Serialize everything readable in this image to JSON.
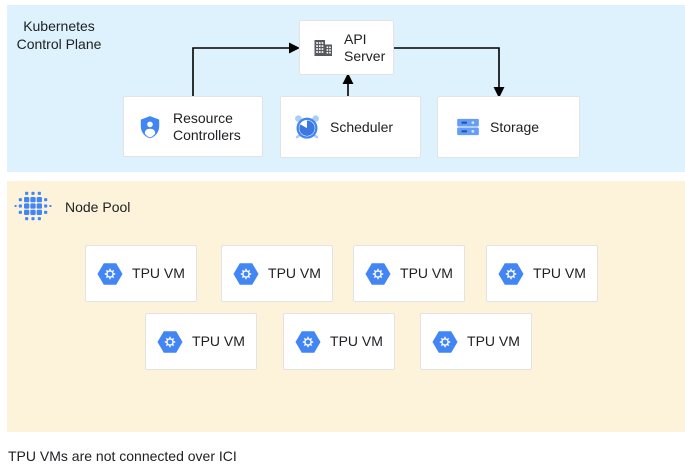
{
  "control_plane": {
    "label_line1": "Kubernetes",
    "label_line2": "Control Plane",
    "nodes": {
      "api_server": {
        "label": "API Server",
        "icon": "building-icon"
      },
      "resource_controllers": {
        "label": "Resource Controllers",
        "icon": "shield-user-icon"
      },
      "scheduler": {
        "label": "Scheduler",
        "icon": "alarm-clock-icon"
      },
      "storage": {
        "label": "Storage",
        "icon": "server-stack-icon"
      }
    },
    "connections": [
      {
        "from": "resource_controllers",
        "to": "api_server"
      },
      {
        "from": "scheduler",
        "to": "api_server"
      },
      {
        "from": "api_server",
        "to": "storage"
      }
    ]
  },
  "node_pool": {
    "label": "Node Pool",
    "icon": "dot-grid-icon",
    "vm_icon": "hexagon-gear-icon",
    "vms": [
      "TPU VM",
      "TPU VM",
      "TPU VM",
      "TPU VM",
      "TPU VM",
      "TPU VM",
      "TPU VM"
    ]
  },
  "caption": "TPU VMs are not connected over ICI",
  "colors": {
    "control_plane_bg": "#def2fd",
    "node_pool_bg": "#fcf3da",
    "node_bg": "#ffffff",
    "node_border": "#e3e3e3",
    "accent_blue": "#4285f4",
    "pie_blue": "#3b78e0",
    "light_blue": "#aecbfa",
    "storage_bar_blue": "#669df6",
    "storage_dash_blue": "#185abc",
    "storage_dot_blue": "#d2e3fc",
    "icon_gray": "#565a5e",
    "arrow": "#000000",
    "text": "#202124"
  }
}
